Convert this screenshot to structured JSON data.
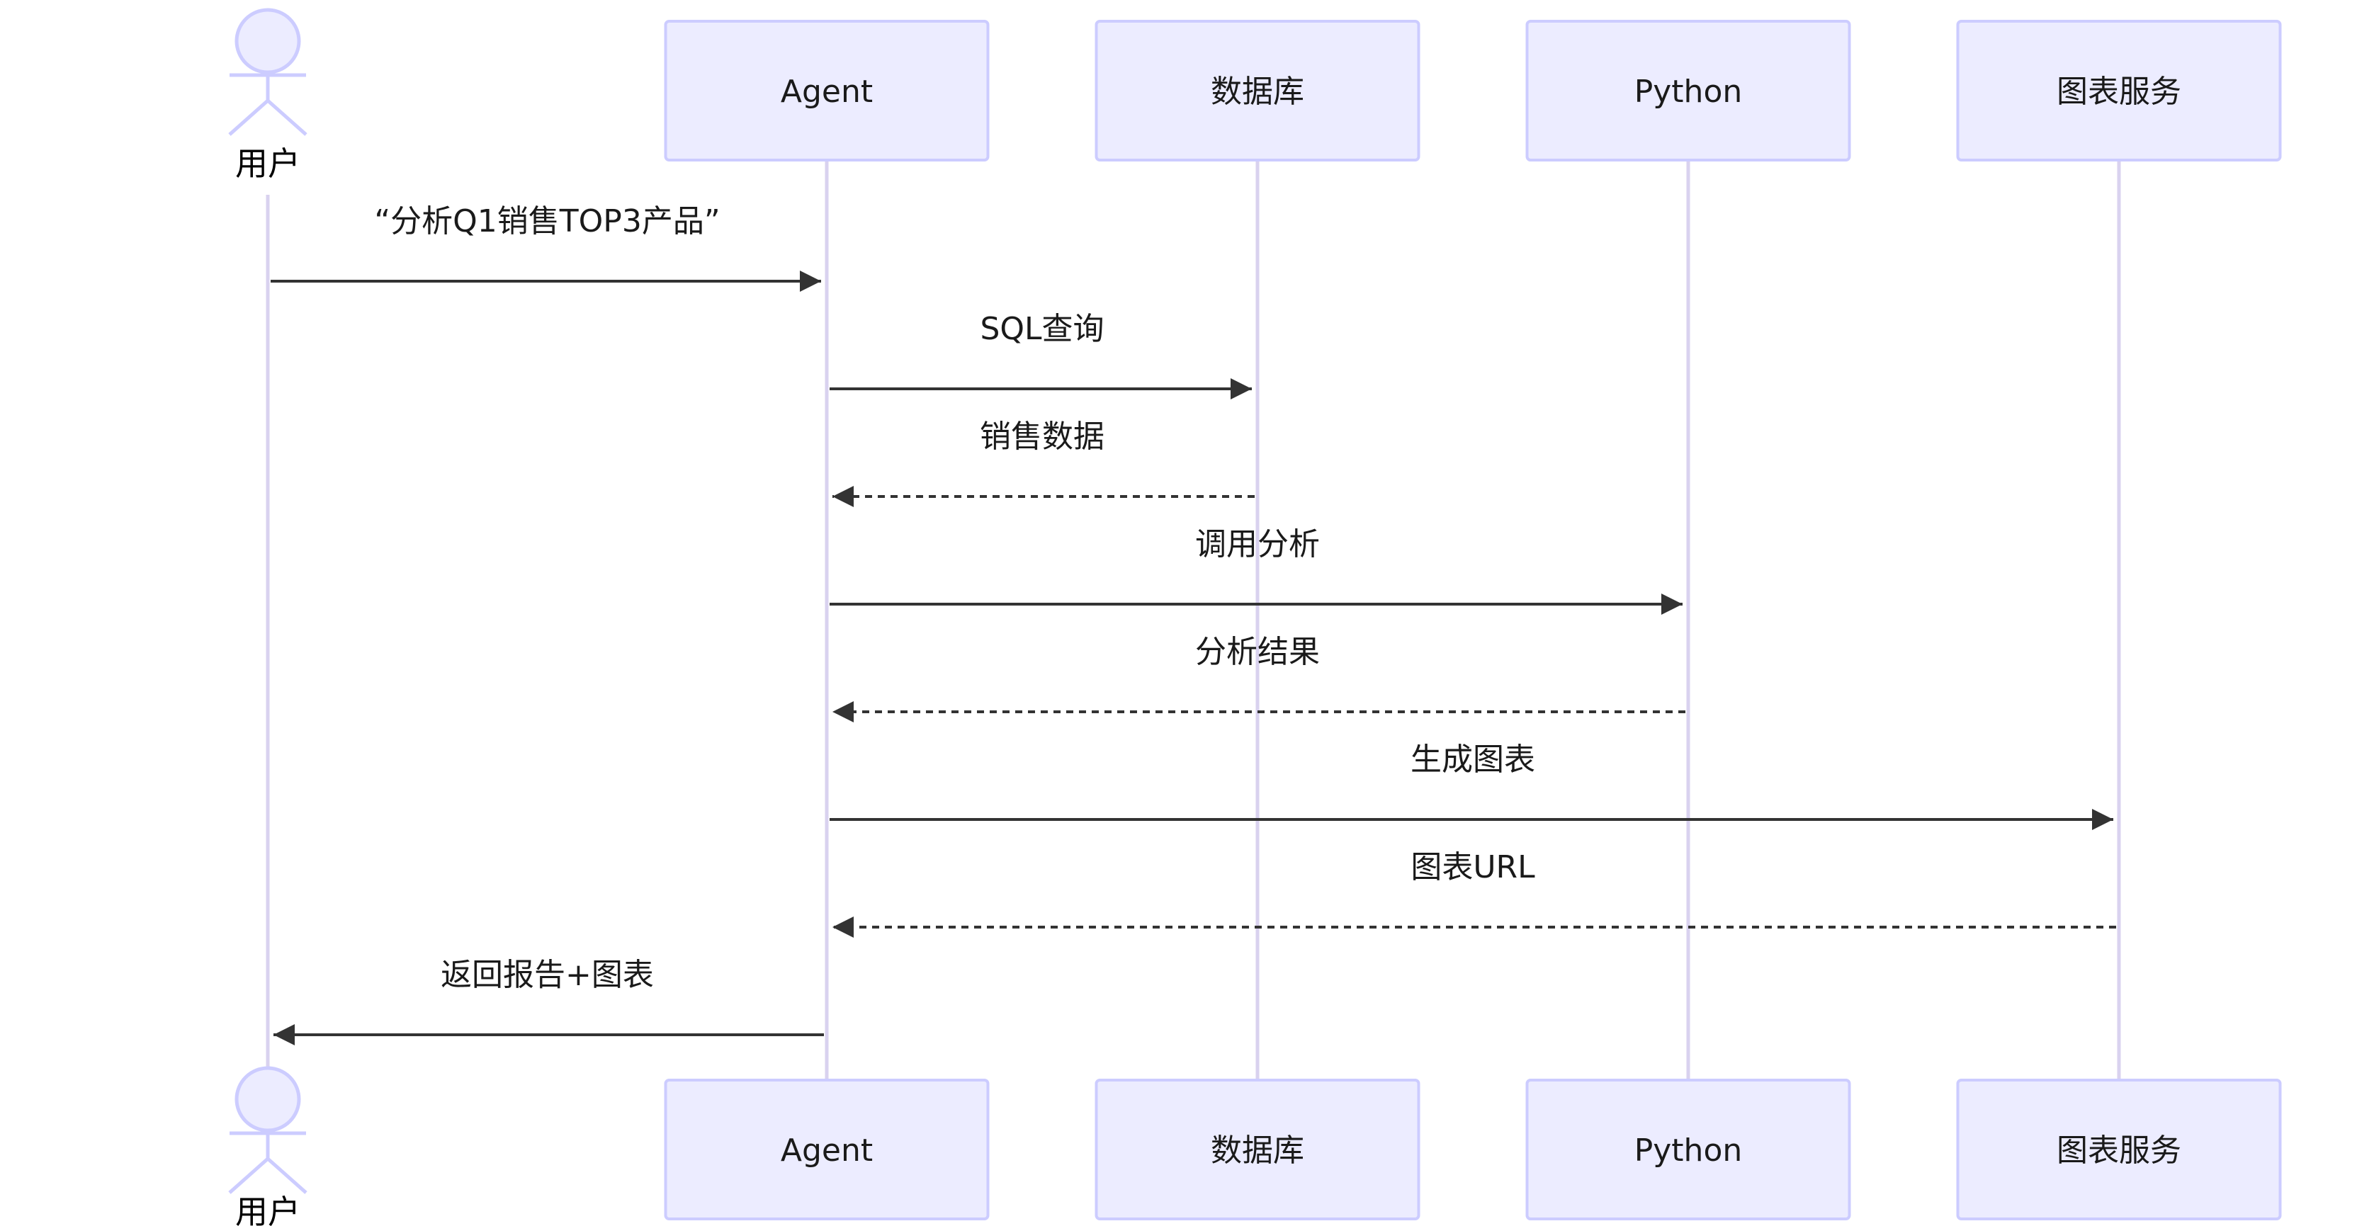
{
  "participants": [
    {
      "id": "user",
      "label": "用户",
      "kind": "actor"
    },
    {
      "id": "agent",
      "label": "Agent",
      "kind": "box"
    },
    {
      "id": "db",
      "label": "数据库",
      "kind": "box"
    },
    {
      "id": "python",
      "label": "Python",
      "kind": "box"
    },
    {
      "id": "chart",
      "label": "图表服务",
      "kind": "box"
    }
  ],
  "messages": [
    {
      "from": "user",
      "to": "agent",
      "label": "“分析Q1销售TOP3产品”",
      "style": "solid"
    },
    {
      "from": "agent",
      "to": "db",
      "label": "SQL查询",
      "style": "solid"
    },
    {
      "from": "db",
      "to": "agent",
      "label": "销售数据",
      "style": "dashed"
    },
    {
      "from": "agent",
      "to": "python",
      "label": "调用分析",
      "style": "solid"
    },
    {
      "from": "python",
      "to": "agent",
      "label": "分析结果",
      "style": "dashed"
    },
    {
      "from": "agent",
      "to": "chart",
      "label": "生成图表",
      "style": "solid"
    },
    {
      "from": "chart",
      "to": "agent",
      "label": "图表URL",
      "style": "dashed"
    },
    {
      "from": "agent",
      "to": "user",
      "label": "返回报告+图表",
      "style": "solid"
    }
  ],
  "colors": {
    "box_fill": "#ECECFF",
    "box_stroke": "#CCCCFF",
    "lifeline": "#D9D2EF",
    "arrow": "#333333",
    "text": "#1a1a1a"
  }
}
